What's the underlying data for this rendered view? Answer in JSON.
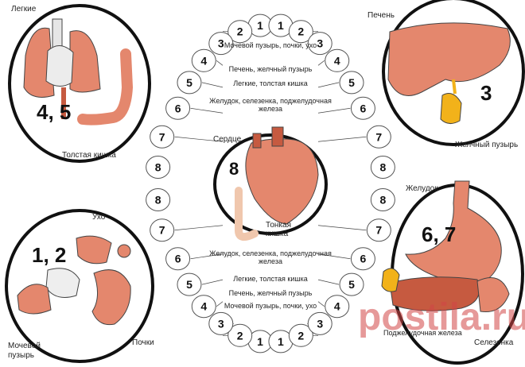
{
  "colors": {
    "organ": "#e4876d",
    "organ_dark": "#c65a40",
    "bile": "#f2b21a",
    "outline": "#222222",
    "tooth_fill": "#ffffff"
  },
  "panels": {
    "lungs": {
      "label": "Легкие",
      "number": "4, 5",
      "label2": "Толстая кишка"
    },
    "liver": {
      "label": "Печень",
      "number": "3",
      "label2": "Желчный пузырь"
    },
    "kidney": {
      "label": "Ухо",
      "number": "1, 2",
      "label2": "Мочевой пузырь",
      "label3": "Почки"
    },
    "stomach": {
      "label": "Желудок",
      "number": "6, 7",
      "label2": "Поджелудочная железа",
      "label3": "Селезенка"
    },
    "heart": {
      "label": "Сердце",
      "number": "8",
      "label2": "Тонкая кишка"
    }
  },
  "center": {
    "top": [
      "Мочевой пузырь, почки, ухо",
      "Печень, желчный пузырь",
      "Легкие, толстая кишка",
      "Желудок, селезенка, поджелудочная железа"
    ],
    "bottom": [
      "Желудок, селезенка, поджелудочная железа",
      "Легкие, толстая кишка",
      "Печень, желчный пузырь",
      "Мочевой пузырь, почки, ухо"
    ]
  },
  "teeth": {
    "upper": [
      "1",
      "2",
      "3",
      "4",
      "5",
      "6",
      "7",
      "8"
    ],
    "lower": [
      "8",
      "7",
      "6",
      "5",
      "4",
      "3",
      "2",
      "1"
    ]
  },
  "watermark": "postila.ru"
}
